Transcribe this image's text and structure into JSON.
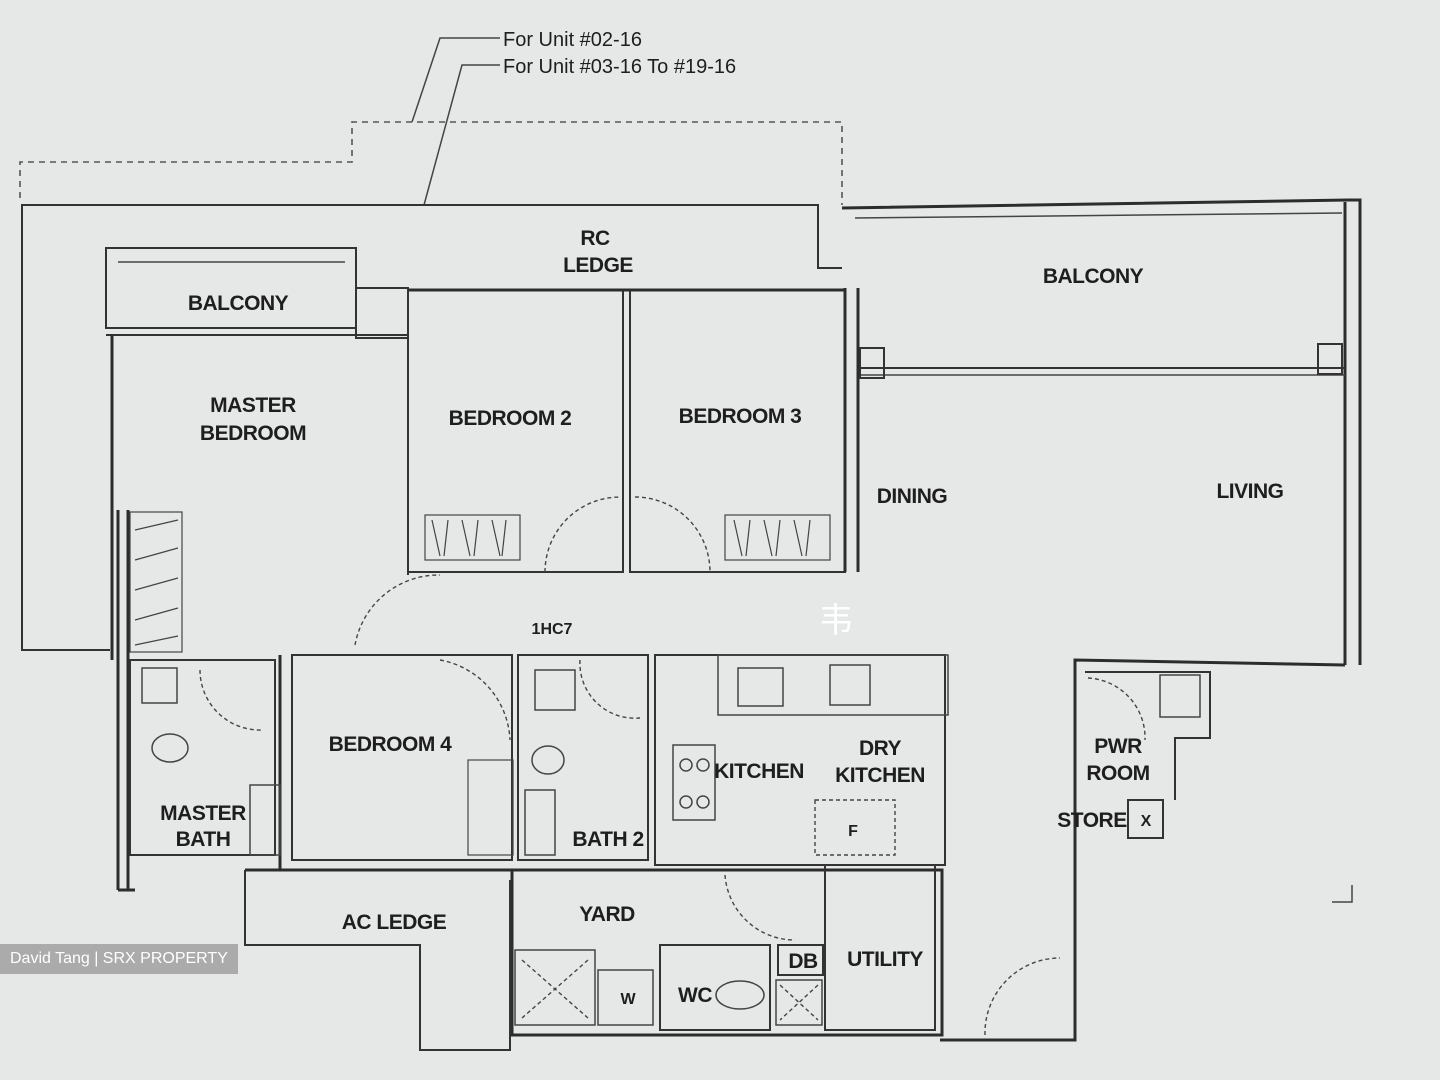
{
  "notes": {
    "unit_02": "For Unit #02-16",
    "unit_03_19": "For Unit #03-16 To #19-16"
  },
  "rooms": {
    "rc_ledge_line1": "RC",
    "rc_ledge_line2": "LEDGE",
    "balcony_left": "BALCONY",
    "balcony_right": "BALCONY",
    "master_bedroom_line1": "MASTER",
    "master_bedroom_line2": "BEDROOM",
    "bedroom_2": "BEDROOM 2",
    "bedroom_3": "BEDROOM 3",
    "dining": "DINING",
    "living": "LIVING",
    "bedroom_4": "BEDROOM 4",
    "master_bath_line1": "MASTER",
    "master_bath_line2": "BATH",
    "bath_2": "BATH 2",
    "kitchen": "KITCHEN",
    "dry_kitchen_line1": "DRY",
    "dry_kitchen_line2": "KITCHEN",
    "pwr_room_line1": "PWR",
    "pwr_room_line2": "ROOM",
    "store": "STORE",
    "yard": "YARD",
    "ac_ledge": "AC LEDGE",
    "utility": "UTILITY",
    "wc": "WC",
    "db": "DB",
    "w": "W",
    "f": "F",
    "x": "X",
    "hcl": "1HC7"
  },
  "watermark": {
    "text": "David Tang | SRX PROPERTY",
    "glyph": "韦"
  },
  "colors": {
    "paper": "#e6e8e7",
    "line": "#2c2c2c"
  }
}
